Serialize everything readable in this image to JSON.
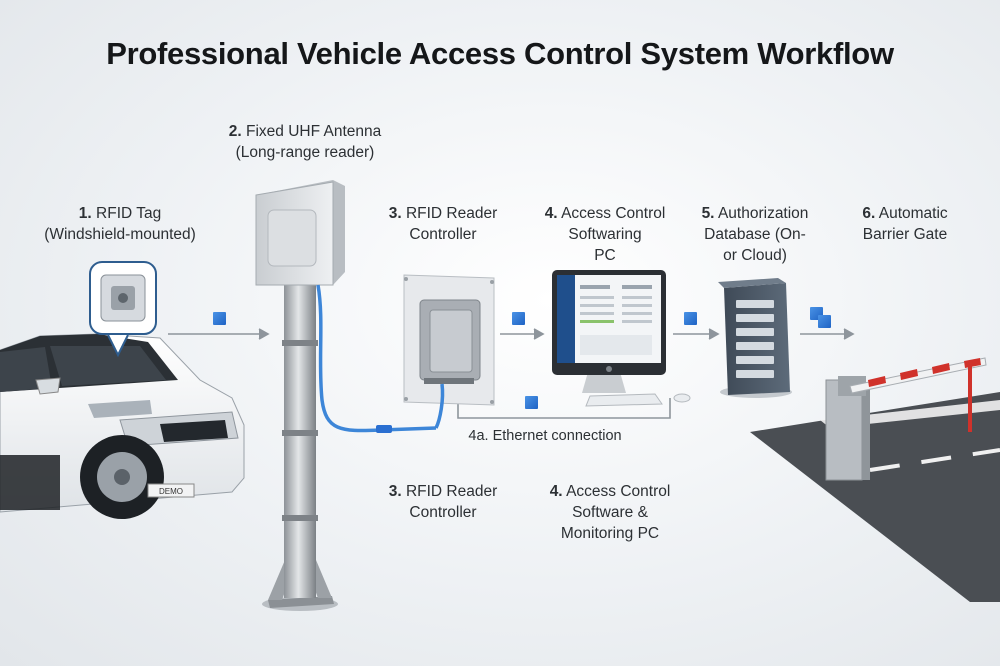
{
  "title": "Professional Vehicle Access Control System Workflow",
  "steps": {
    "tag": {
      "num": "1.",
      "line1": "RFID Tag",
      "line2": "(Windshield-mounted)"
    },
    "antenna": {
      "num": "2.",
      "line1": "Fixed UHF Antenna",
      "line2": "(Long-range reader)"
    },
    "reader_top": {
      "num": "3.",
      "line1": "RFID Reader",
      "line2": "Controller"
    },
    "pc_top": {
      "num": "4.",
      "line1": "Access Control",
      "line2": "Softwaring",
      "line3": "PC"
    },
    "database": {
      "num": "5.",
      "line1": "Authorization",
      "line2": "Database (On-",
      "line3": "or Cloud)"
    },
    "gate": {
      "num": "6.",
      "line1": "Automatic",
      "line2": "Barrier Gate"
    },
    "ethernet": {
      "text": "4a. Ethernet connection"
    },
    "reader_bottom": {
      "num": "3.",
      "line1": "RFID Reader",
      "line2": "Controller"
    },
    "pc_bottom": {
      "num": "4.",
      "line1": "Access Control",
      "line2": "Software &",
      "line3": "Monitoring PC"
    }
  },
  "car": {
    "badge": "DEMO"
  },
  "colors": {
    "accent": "#2a6fd1",
    "cable": "#3d86d8",
    "barrier_red": "#d0322b"
  }
}
